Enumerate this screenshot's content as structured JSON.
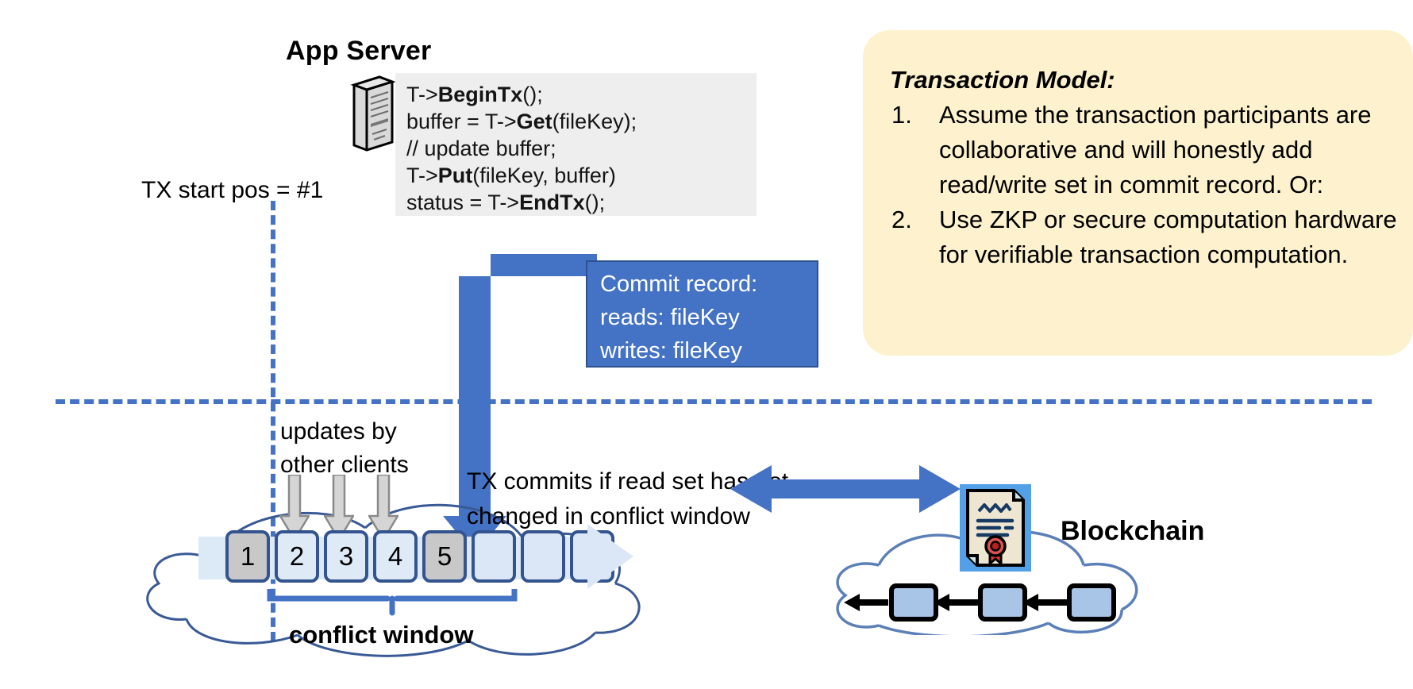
{
  "app_server": {
    "title": "App Server",
    "icon": "server-icon",
    "code_lines": [
      {
        "plain1": "T->",
        "bold": "BeginTx",
        "plain2": "();"
      },
      {
        "plain1": "buffer = T->",
        "bold": "Get",
        "plain2": "(fileKey);"
      },
      {
        "plain1": "// update buffer;",
        "bold": "",
        "plain2": ""
      },
      {
        "plain1": "T->",
        "bold": "Put",
        "plain2": "(fileKey, buffer)"
      },
      {
        "plain1": "status = T->",
        "bold": "EndTx",
        "plain2": "();"
      }
    ]
  },
  "tx_start": {
    "label": "TX start pos = #1"
  },
  "commit_record": {
    "title": "Commit record:",
    "reads": "reads: fileKey",
    "writes": "writes: fileKey"
  },
  "note": {
    "title": "Transaction Model:",
    "items": [
      {
        "num": "1.",
        "text": "Assume the transaction participants are collaborative and will honestly add read/write set in commit record.  Or:"
      },
      {
        "num": "2.",
        "text": "Use ZKP or secure computation hardware for verifiable transaction computation."
      }
    ]
  },
  "updates_label": {
    "line1": "updates by",
    "line2": "other clients"
  },
  "tx_commits_label": {
    "line1": "TX commits if read set has not",
    "line2": "changed in conflict window"
  },
  "log": {
    "blocks": [
      {
        "label": "1",
        "state": "gray"
      },
      {
        "label": "2",
        "state": "normal"
      },
      {
        "label": "3",
        "state": "normal"
      },
      {
        "label": "4",
        "state": "normal"
      },
      {
        "label": "5",
        "state": "gray"
      },
      {
        "label": "",
        "state": "empty"
      },
      {
        "label": "",
        "state": "empty"
      },
      {
        "label": "",
        "state": "empty"
      }
    ],
    "conflict_window_label": "conflict window"
  },
  "blockchain": {
    "label": "Blockchain",
    "icon": "certificate-icon",
    "blocks": [
      "",
      "",
      ""
    ]
  },
  "colors": {
    "accent_blue": "#4472c4",
    "note_yellow": "#fdf2cd",
    "code_gray": "#eeeeee",
    "block_blue": "#deeaf6",
    "block_gray": "#c8c8c8",
    "chain_blue": "#a8c5e8",
    "cert_bg": "#54a0e8"
  }
}
